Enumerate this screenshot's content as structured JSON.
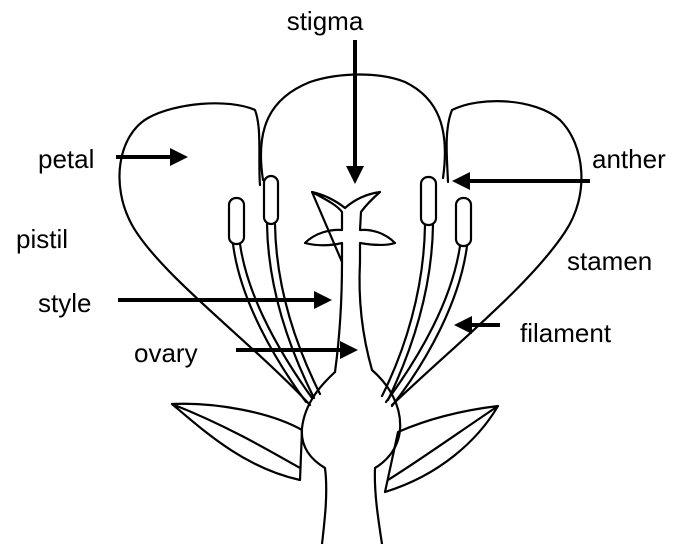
{
  "labels": {
    "stigma": "stigma",
    "petal": "petal",
    "anther": "anther",
    "pistil": "pistil",
    "stamen": "stamen",
    "style": "style",
    "filament": "filament",
    "ovary": "ovary"
  }
}
